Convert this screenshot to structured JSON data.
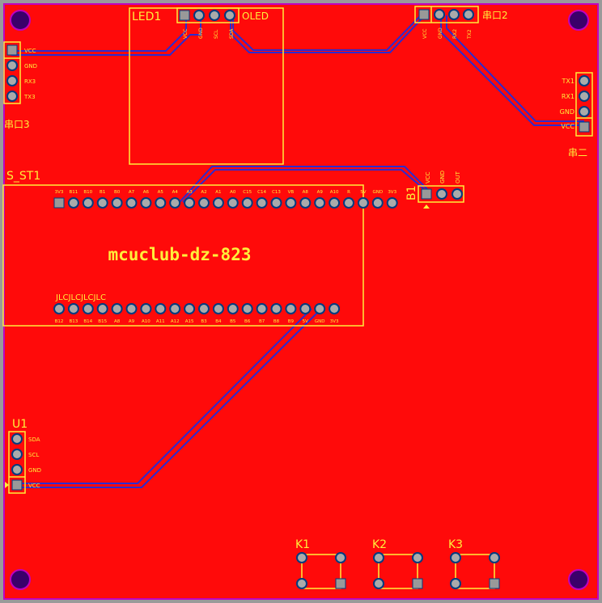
{
  "board": {
    "title": "mcuclub-dz-823",
    "jlc_mark": "JLCJLCJLCJLC",
    "colors": {
      "copper": "#ff0a0a",
      "silk": "#ffee3a",
      "trace": "#2b2bd0",
      "outline": "#c000c0",
      "background": "#9a9a9a"
    }
  },
  "components": {
    "led1": {
      "ref": "LED1",
      "name": "OLED",
      "pins": [
        "VCC",
        "GND",
        "SCL",
        "SDA"
      ]
    },
    "uart2": {
      "ref": "串口2",
      "pins": [
        "VCC",
        "GND",
        "RX2",
        "TX2"
      ]
    },
    "uart3": {
      "ref": "串口3",
      "pins": [
        "VCC",
        "GND",
        "RX3",
        "TX3"
      ]
    },
    "uart_er": {
      "ref": "串二",
      "pins": [
        "TX1",
        "RX1",
        "GND",
        "VCC"
      ]
    },
    "s_st1": {
      "ref": "S_ST1",
      "top_pins": [
        "3V3",
        "B11",
        "B10",
        "B1",
        "B0",
        "A7",
        "A6",
        "A5",
        "A4",
        "A3",
        "A2",
        "A1",
        "A0",
        "C15",
        "C14",
        "C13",
        "VB",
        "A8",
        "A9",
        "A10",
        "R",
        "5V",
        "GND",
        "3V3"
      ],
      "bottom_pins": [
        "B12",
        "B13",
        "B14",
        "B15",
        "A8",
        "A9",
        "A10",
        "A11",
        "A12",
        "A15",
        "B3",
        "B4",
        "B5",
        "B6",
        "B7",
        "B8",
        "B9",
        "5V",
        "GND",
        "3V3"
      ]
    },
    "b1": {
      "ref": "B1",
      "pins": [
        "VCC",
        "GND",
        "OUT"
      ]
    },
    "u1": {
      "ref": "U1",
      "pins": [
        "SDA",
        "SCL",
        "GND",
        "VCC"
      ]
    },
    "keys": [
      "K1",
      "K2",
      "K3"
    ]
  }
}
